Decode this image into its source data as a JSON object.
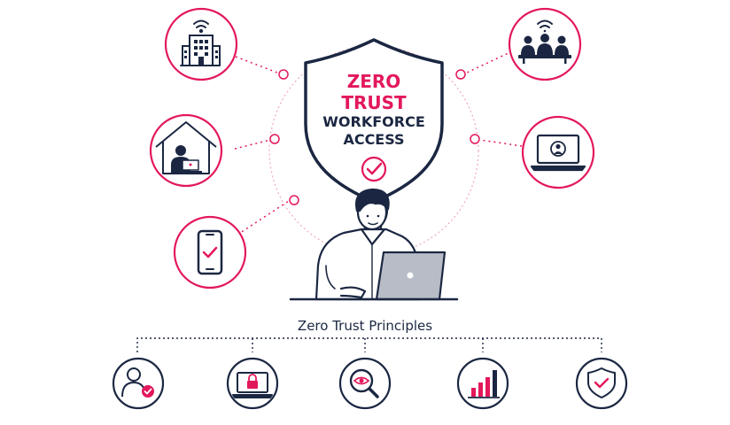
{
  "shield": {
    "line1": "ZERO",
    "line2": "TRUST",
    "line3": "WORKFORCE",
    "line4": "ACCESS"
  },
  "principles": {
    "title": "Zero Trust Principles"
  },
  "colors": {
    "accent": "#e3185b",
    "navy": "#1b2742",
    "dotted_ring": "#f0a8bf"
  },
  "icons": {
    "left": [
      "office-building-wifi-icon",
      "remote-home-worker-icon",
      "smartphone-check-icon"
    ],
    "right": [
      "meeting-team-wifi-icon",
      "laptop-user-profile-icon"
    ],
    "center": [
      "shield-check-icon",
      "person-with-laptop-illustration"
    ],
    "principles": [
      "user-verified-icon",
      "laptop-lock-icon",
      "magnifier-eye-icon",
      "bar-chart-icon",
      "shield-check-small-icon"
    ]
  }
}
